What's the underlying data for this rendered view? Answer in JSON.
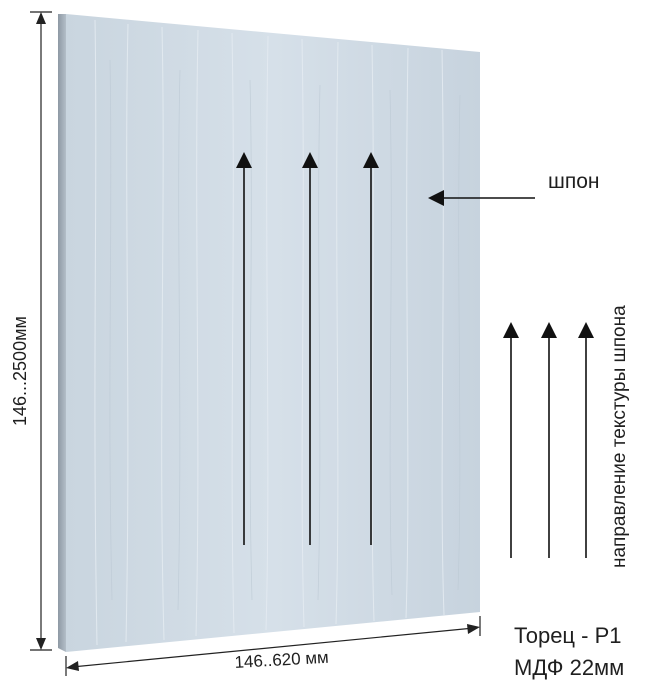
{
  "labels": {
    "veneer": "шпон",
    "height_dimension": "146...2500мм",
    "width_dimension": "146..620 мм",
    "grain_direction": "направление текстуры шпона",
    "edge": "Торец - Р1",
    "material": "МДФ 22мм"
  },
  "colors": {
    "panel_face": "#cdd8e2",
    "panel_edge": "#9aa6b1",
    "arrow": "#111111",
    "text": "#1f1f1f"
  }
}
